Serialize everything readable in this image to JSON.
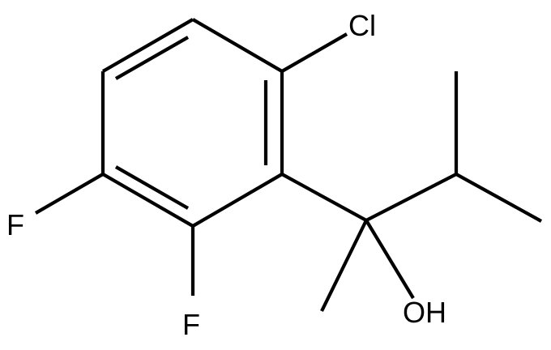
{
  "molecule": {
    "atom_labels": {
      "cl": "Cl",
      "f_upper": "F",
      "f_lower": "F",
      "oh": "OH"
    },
    "colors": {
      "bond": "#000000",
      "label": "#000000",
      "background": "#ffffff"
    }
  }
}
